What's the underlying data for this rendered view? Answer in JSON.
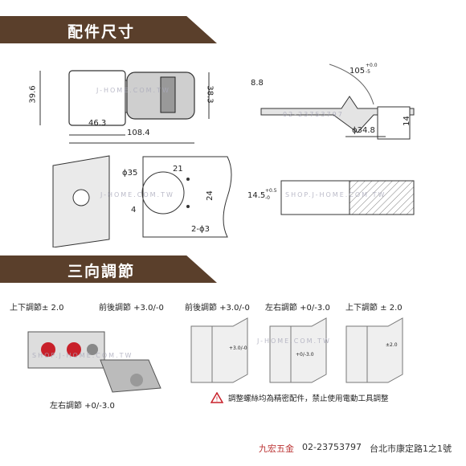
{
  "sections": {
    "dimensions_title": "配件尺寸",
    "adjust_title": "三向調節"
  },
  "dimensions": {
    "top_view": {
      "h1": "39.6",
      "h2": "38.3",
      "w1": "46.3",
      "w2": "108.4"
    },
    "side_view": {
      "h": "8.8",
      "angle": "105",
      "angle_tol_up": "+0.0",
      "angle_tol_down": "-5",
      "d": "ϕ34.8",
      "v": "14"
    },
    "hole": {
      "d1": "ϕ35",
      "c": "21",
      "e": "4",
      "h": "24",
      "screws": "2-ϕ3"
    },
    "panel": {
      "thick": "14.5",
      "tol_up": "+0.5",
      "tol_down": "-0"
    }
  },
  "adjust": {
    "labels": {
      "updown": "上下調節± 2.0",
      "frontback": "前後調節 +3.0/-0",
      "leftright": "左右調節 +0/-3.0"
    },
    "cabinets": [
      {
        "label": "前後調節 +3.0/-0",
        "tag": "+3.0/-0"
      },
      {
        "label": "左右調節 +0/-3.0",
        "tag": "+0/-3.0"
      },
      {
        "label": "上下調節 ± 2.0",
        "tag": "±2.0"
      }
    ],
    "warning": "調整螺絲均為精密配件，禁止使用電動工具調整"
  },
  "watermarks": {
    "a": "J-HOME.COM.TW",
    "b": "02-23753797",
    "c": "SHOP.J-HOME.COM.TW"
  },
  "footer": {
    "brand": "九宏五金",
    "phone": "02-23753797",
    "address": "台北市康定路1之1號"
  },
  "colors": {
    "banner": "#5a3f2b",
    "accent_red": "#c8202a"
  }
}
